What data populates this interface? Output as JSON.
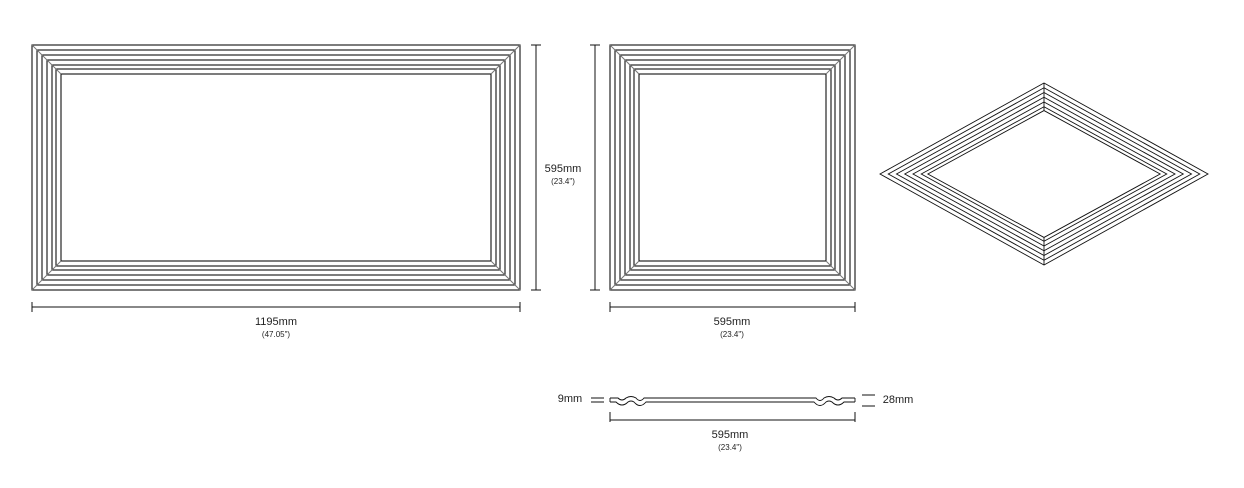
{
  "panel_rect": {
    "width_label": "1195mm",
    "width_label_in": "(47.05\")",
    "height_label": "595mm",
    "height_label_in": "(23.4\")"
  },
  "panel_square": {
    "width_label": "595mm",
    "width_label_in": "(23.4\")"
  },
  "profile": {
    "thin_label": "9mm",
    "thick_label": "28mm",
    "width_label": "595mm",
    "width_label_in": "(23.4\")"
  },
  "colors": {
    "line": "#111111"
  }
}
